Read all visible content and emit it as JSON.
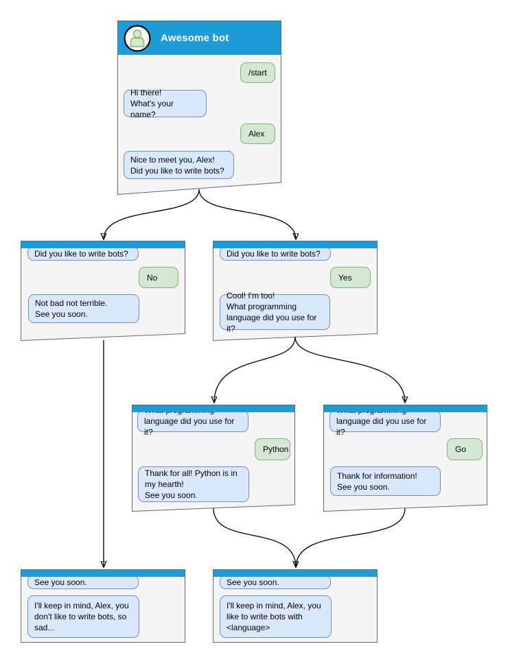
{
  "colors": {
    "header_blue": "#1E9CD7",
    "bot_bubble_fill": "#DAE8FC",
    "bot_bubble_border": "#6C8EBF",
    "user_bubble_fill": "#D5E8D4",
    "user_bubble_border": "#82B366",
    "window_fill": "#F5F5F5",
    "window_border": "#666666",
    "title_text": "#FFFFFF"
  },
  "windows": {
    "main": {
      "title": "Awesome bot",
      "avatar_icon": "person-icon",
      "messages": [
        {
          "from": "user",
          "text": "/start"
        },
        {
          "from": "bot",
          "text": "Hi there!\nWhat's your name?"
        },
        {
          "from": "user",
          "text": "Alex"
        },
        {
          "from": "bot",
          "text": "Nice to meet you, Alex!\nDid you like to write bots?"
        }
      ]
    },
    "no_branch": {
      "messages": [
        {
          "from": "bot",
          "text": "Did you like to write bots?"
        },
        {
          "from": "user",
          "text": "No"
        },
        {
          "from": "bot",
          "text": "Not bad not terrible.\nSee you soon."
        }
      ]
    },
    "yes_branch": {
      "messages": [
        {
          "from": "bot",
          "text": "Did you like to write bots?"
        },
        {
          "from": "user",
          "text": "Yes"
        },
        {
          "from": "bot",
          "text": "Cool! I'm too!\nWhat programming\nlanguage did you use for it?"
        }
      ]
    },
    "python_branch": {
      "messages": [
        {
          "from": "bot",
          "text": "What programming\nlanguage did you use for it?"
        },
        {
          "from": "user",
          "text": "Python"
        },
        {
          "from": "bot",
          "text": "Thank for all! Python is in\nmy hearth!\nSee you soon."
        }
      ]
    },
    "go_branch": {
      "messages": [
        {
          "from": "bot",
          "text": "What programming\nlanguage did you use for it?"
        },
        {
          "from": "user",
          "text": "Go"
        },
        {
          "from": "bot",
          "text": "Thank for information!\nSee you soon."
        }
      ]
    },
    "end_no": {
      "messages": [
        {
          "from": "bot",
          "text": "See you soon."
        },
        {
          "from": "bot",
          "text": "I'll keep in mind, Alex, you\ndon't like to write bots, so\nsad..."
        }
      ]
    },
    "end_yes": {
      "messages": [
        {
          "from": "bot",
          "text": "See you soon."
        },
        {
          "from": "bot",
          "text": "I'll keep in mind, Alex, you\nlike to write bots with\n<language>"
        }
      ]
    }
  },
  "flow": [
    {
      "from": "main",
      "to": "no_branch"
    },
    {
      "from": "main",
      "to": "yes_branch"
    },
    {
      "from": "yes_branch",
      "to": "python_branch"
    },
    {
      "from": "yes_branch",
      "to": "go_branch"
    },
    {
      "from": "no_branch",
      "to": "end_no"
    },
    {
      "from": "python_branch",
      "to": "end_yes"
    },
    {
      "from": "go_branch",
      "to": "end_yes"
    }
  ]
}
